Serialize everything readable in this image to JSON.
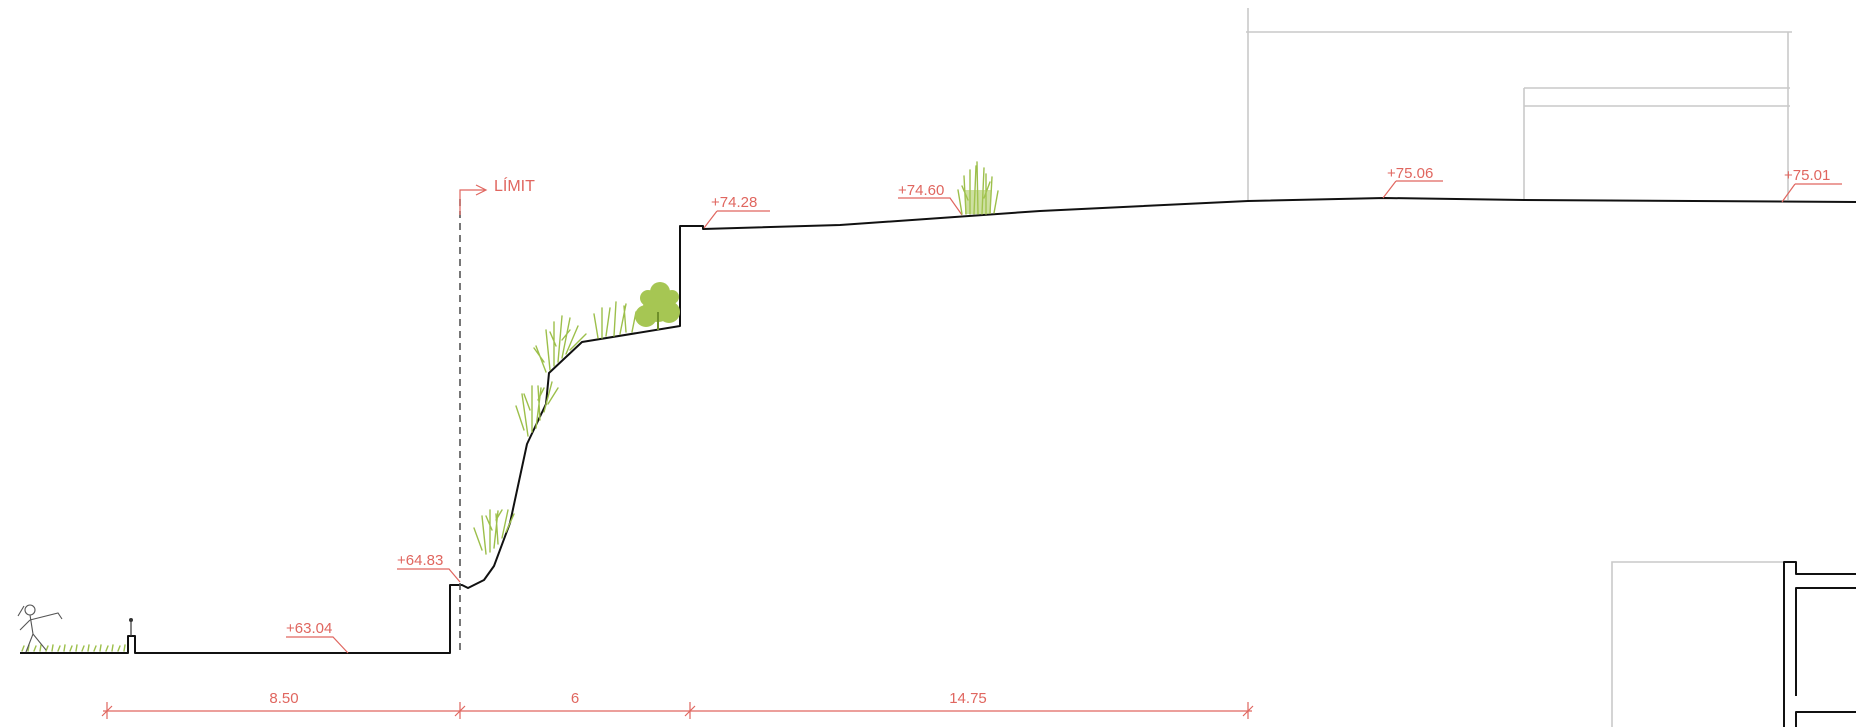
{
  "limit": {
    "label": "LÍMIT"
  },
  "elevations": [
    {
      "id": "ground-low",
      "label": "+63.04"
    },
    {
      "id": "wall-top",
      "label": "+64.83"
    },
    {
      "id": "upper-edge",
      "label": "+74.28"
    },
    {
      "id": "upper-mid",
      "label": "+74.60"
    },
    {
      "id": "building-front",
      "label": "+75.06"
    },
    {
      "id": "far-right",
      "label": "+75.01"
    }
  ],
  "dimensions": [
    {
      "id": "dim-1",
      "label": "8.50"
    },
    {
      "id": "dim-2",
      "label": "6"
    },
    {
      "id": "dim-3",
      "label": "14.75"
    }
  ],
  "colors": {
    "annotation": "#e0665f",
    "ground_line": "#111111",
    "building_outline": "#c9c9c9",
    "vegetation": "#a6c653"
  }
}
